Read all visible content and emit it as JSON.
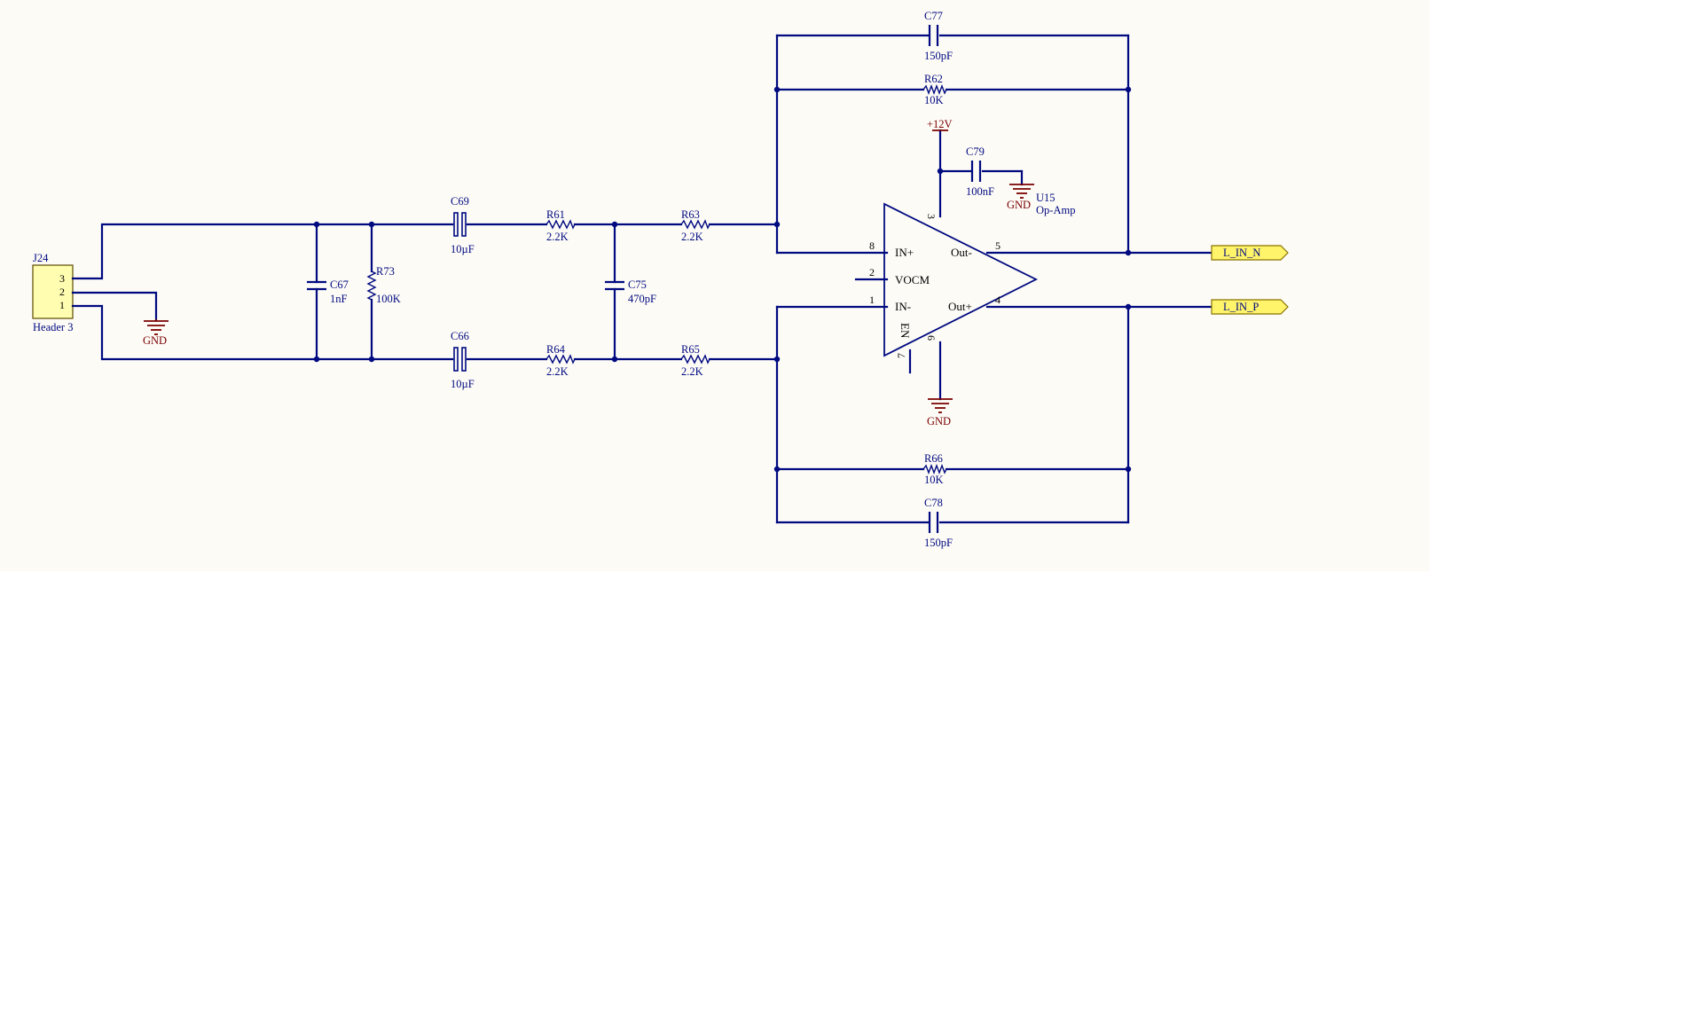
{
  "connector": {
    "ref": "J24",
    "value": "Header 3",
    "pins": [
      "3",
      "2",
      "1"
    ]
  },
  "components": {
    "C67": {
      "ref": "C67",
      "value": "1nF"
    },
    "R73": {
      "ref": "R73",
      "value": "100K"
    },
    "C69": {
      "ref": "C69",
      "value": "10µF"
    },
    "C66": {
      "ref": "C66",
      "value": "10µF"
    },
    "R61": {
      "ref": "R61",
      "value": "2.2K"
    },
    "R64": {
      "ref": "R64",
      "value": "2.2K"
    },
    "C75": {
      "ref": "C75",
      "value": "470pF"
    },
    "R63": {
      "ref": "R63",
      "value": "2.2K"
    },
    "R65": {
      "ref": "R65",
      "value": "2.2K"
    },
    "C77": {
      "ref": "C77",
      "value": "150pF"
    },
    "R62": {
      "ref": "R62",
      "value": "10K"
    },
    "R66": {
      "ref": "R66",
      "value": "10K"
    },
    "C78": {
      "ref": "C78",
      "value": "150pF"
    },
    "C79": {
      "ref": "C79",
      "value": "100nF"
    }
  },
  "opamp": {
    "ref": "U15",
    "value": "Op-Amp",
    "pins": {
      "in_plus": {
        "number": "8",
        "name": "IN+"
      },
      "vocm": {
        "number": "2",
        "name": "VOCM"
      },
      "in_minus": {
        "number": "1",
        "name": "IN-"
      },
      "vplus": {
        "number": "3"
      },
      "vminus": {
        "number": "6"
      },
      "en": {
        "number": "7",
        "name": "EN"
      },
      "out_minus": {
        "number": "5",
        "name": "Out-"
      },
      "out_plus": {
        "number": "4",
        "name": "Out+"
      }
    }
  },
  "power": {
    "supply": "+12V",
    "ground": "GND"
  },
  "ports": {
    "out_n": "L_IN_N",
    "out_p": "L_IN_P"
  },
  "colors": {
    "wire": "#000a80",
    "power": "#7a0000",
    "sheet": "#fdfbf6",
    "port": "#fff46a"
  }
}
